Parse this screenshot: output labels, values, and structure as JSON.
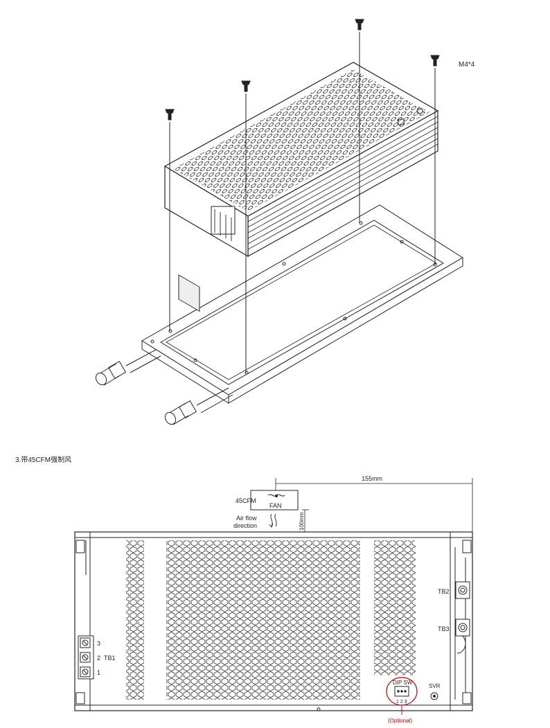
{
  "top_diagram": {
    "screw_label": "M4*4"
  },
  "section": {
    "heading": "3.带45CFM强制风"
  },
  "front_view": {
    "dimension_width": "155mm",
    "fan_cfm": "45CFM",
    "fan_label": "FAN",
    "airflow_line1": "Air flow",
    "airflow_line2": "direction",
    "dimension_height": "100mm",
    "tb1_label": "TB1",
    "tb1_pins": [
      "3",
      "2",
      "1"
    ],
    "tb2_label": "TB2",
    "tb3_label": "TB3",
    "dip_label": "DIP SW",
    "dip_pins": "1 2 3",
    "svr_label": "SVR",
    "optional_label": "(Optional)",
    "optional_color": "#d40000"
  }
}
